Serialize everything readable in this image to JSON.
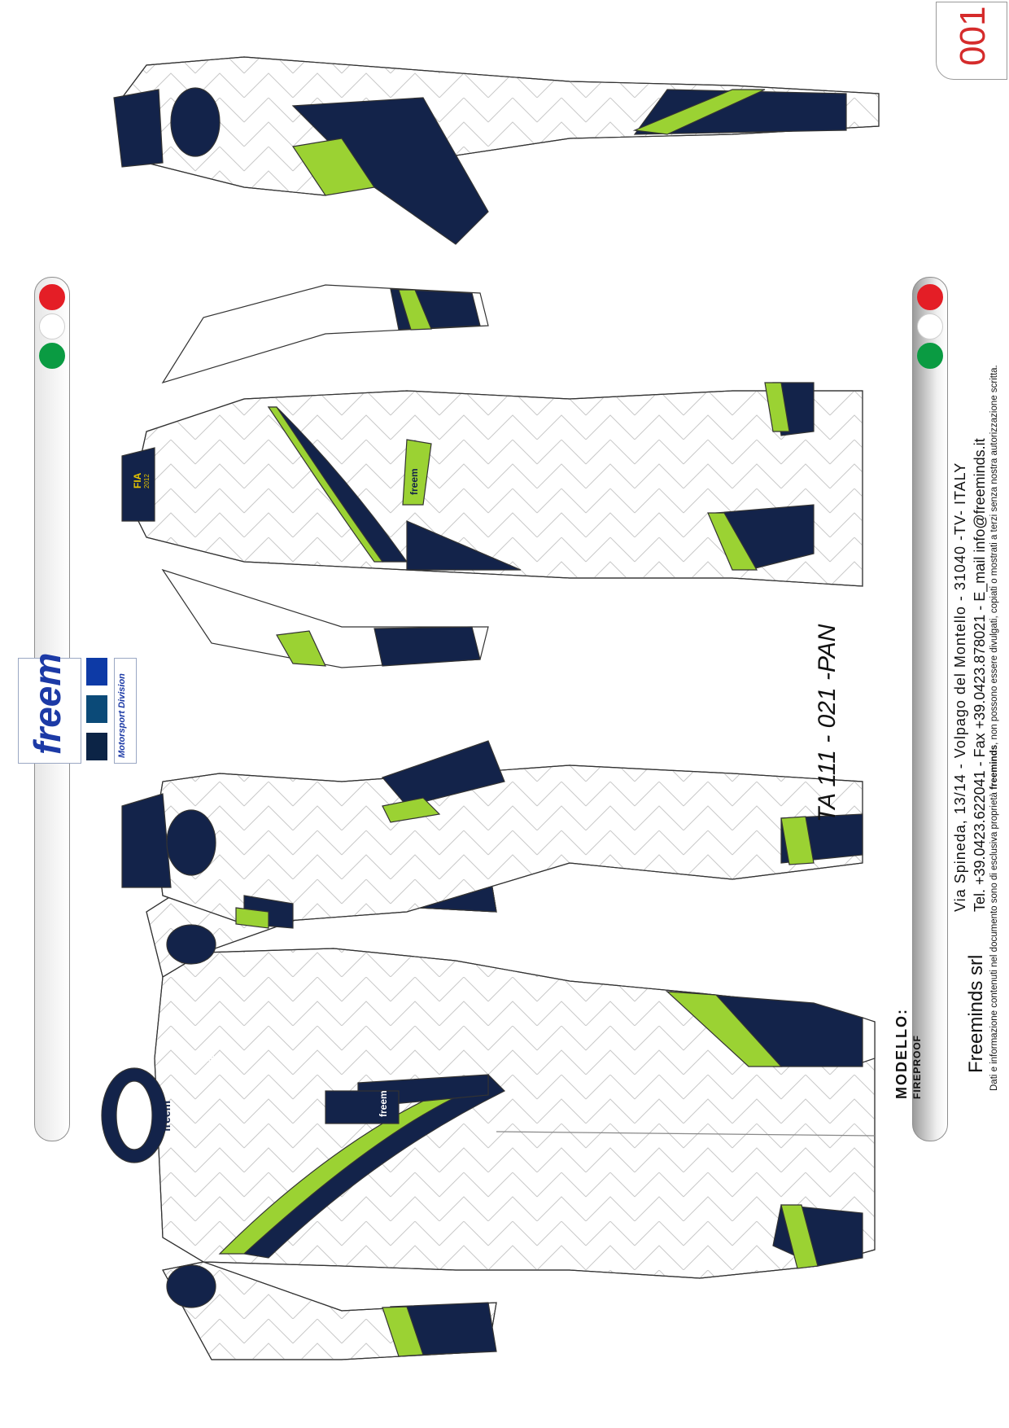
{
  "page_number": "001",
  "model": {
    "label": "MODELLO:",
    "type": "FIREPROOF",
    "code": "TA 111 - 021 -PAN"
  },
  "company": {
    "name": "Freeminds srl",
    "address": "Via Spineda, 13/14 - Volpago del Montello - 31040 -TV- ITALY",
    "contacts": "Tel. +39.0423.622041 - Fax +39.0423.878021 - E_mail info@freeminds.it",
    "disclaimer_prefix": "Dati e informazione contenuti nel documento sono di esclusiva proprietà",
    "disclaimer_brand": "freeminds",
    "disclaimer_suffix": ", non possono essere divulgati, copiati o mostrati a terzi senza nostra autorizzazione scritta."
  },
  "brand": {
    "logo_text": "freem",
    "logo_sub": "Motorsport Division",
    "suit_logo": "freem",
    "fia_label": "FIA",
    "fia_year": "2012"
  },
  "colors": {
    "navy": "#13234a",
    "lime": "#9bd233",
    "swatch_top": "#0d3aa6",
    "swatch_mid": "#0b4a78",
    "swatch_bottom": "#0c2446",
    "flag_red": "#e41e26",
    "flag_white": "#ffffff",
    "flag_green": "#0a9b42"
  }
}
